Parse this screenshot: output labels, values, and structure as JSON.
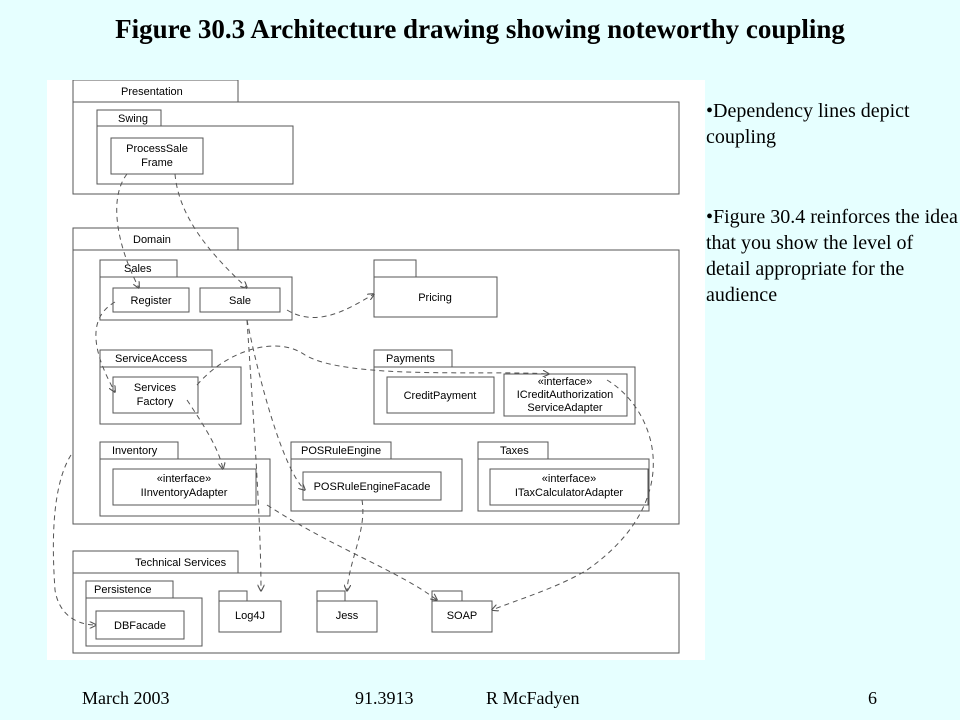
{
  "slide": {
    "title": "Figure 30.3 Architecture drawing showing noteworthy coupling",
    "bullets": [
      "•Dependency lines depict coupling",
      "•Figure 30.4 reinforces the idea that you show the level of detail appropriate for the audience"
    ],
    "footer": {
      "date": "March 2003",
      "course": "91.3913",
      "author": "R McFadyen",
      "page": "6"
    }
  },
  "diagram": {
    "layers": {
      "presentation": "Presentation",
      "domain": "Domain",
      "technical": "Technical Services"
    },
    "packages": {
      "swing": "Swing",
      "sales": "Sales",
      "service_access": "ServiceAccess",
      "payments": "Payments",
      "inventory": "Inventory",
      "pos_rule_engine": "POSRuleEngine",
      "taxes": "Taxes",
      "persistence": "Persistence"
    },
    "classes": {
      "process_sale_frame": [
        "ProcessSale",
        "Frame"
      ],
      "register": "Register",
      "sale": "Sale",
      "pricing": "Pricing",
      "services_factory": [
        "Services",
        "Factory"
      ],
      "credit_payment": "CreditPayment",
      "icredit_adapter": [
        "«interface»",
        "ICreditAuthorization",
        "ServiceAdapter"
      ],
      "iinventory_adapter": [
        "«interface»",
        "IInventoryAdapter"
      ],
      "pos_rule_engine_facade": "POSRuleEngineFacade",
      "itax_adapter": [
        "«interface»",
        "ITaxCalculatorAdapter"
      ],
      "db_facade": "DBFacade",
      "log4j": "Log4J",
      "jess": "Jess",
      "soap": "SOAP"
    }
  }
}
